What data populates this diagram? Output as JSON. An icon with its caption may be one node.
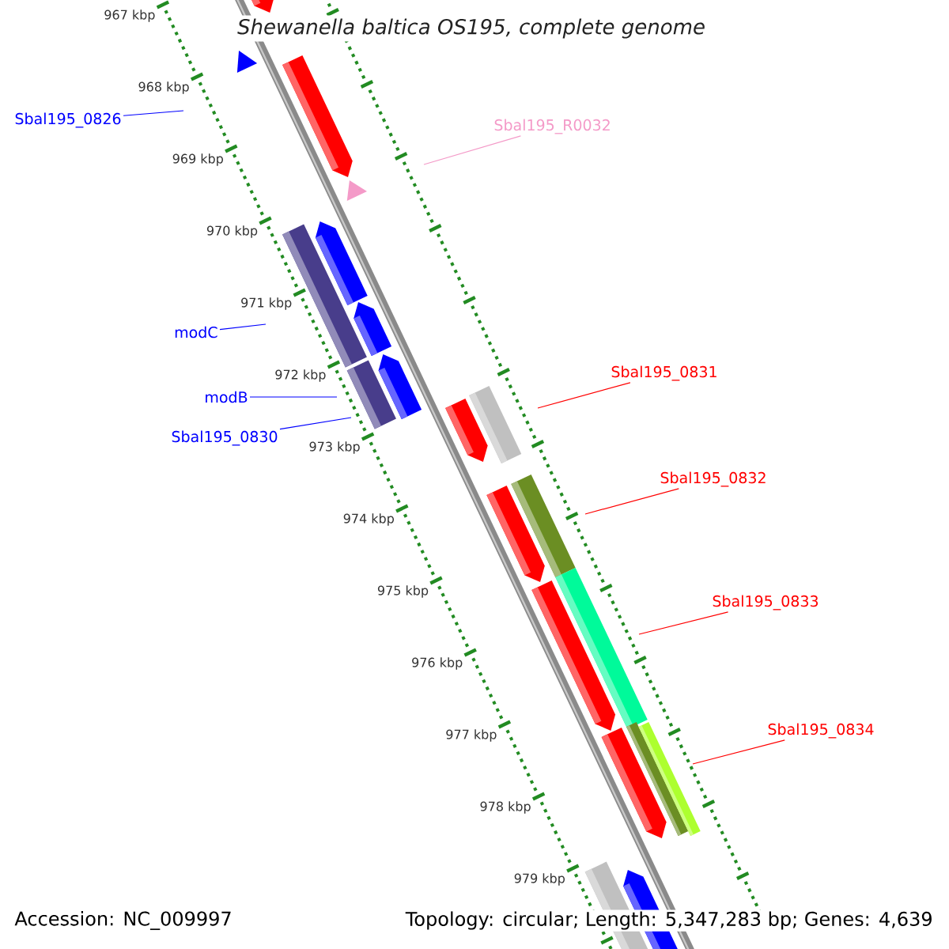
{
  "diagram": {
    "title": "Shewanella baltica OS195, complete genome",
    "nodes": [
      {
        "text": [
          "Sbal195_0826"
        ]
      },
      {
        "text": [
          "modC"
        ]
      },
      {
        "text": [
          "modB"
        ]
      },
      {
        "text": [
          "Sbal195_0830"
        ]
      },
      {
        "text": [
          "Sbal195_R0032"
        ]
      },
      {
        "text": [
          "Sbal195_0831"
        ]
      },
      {
        "text": [
          "Sbal195_0832"
        ]
      },
      {
        "text": [
          "Sbal195_0833"
        ]
      },
      {
        "text": [
          "Sbal195_0834"
        ]
      }
    ],
    "edges": [
      {
        "from": 0,
        "to": null,
        "arrow": "none",
        "color": "#0000ff"
      },
      {
        "from": 1,
        "to": null,
        "arrow": "none",
        "color": "#0000ff"
      },
      {
        "from": 2,
        "to": null,
        "arrow": "none",
        "color": "#0000ff"
      },
      {
        "from": 3,
        "to": null,
        "arrow": "none",
        "color": "#0000ff"
      },
      {
        "from": 4,
        "to": null,
        "arrow": "none",
        "color": "#f49ac8"
      },
      {
        "from": 5,
        "to": null,
        "arrow": "none",
        "color": "#ff0000"
      },
      {
        "from": 6,
        "to": null,
        "arrow": "none",
        "color": "#ff0000"
      },
      {
        "from": 7,
        "to": null,
        "arrow": "none",
        "color": "#ff0000"
      },
      {
        "from": 8,
        "to": null,
        "arrow": "none",
        "color": "#ff0000"
      }
    ],
    "labels": [
      "967 kbp",
      "968 kbp",
      "969 kbp",
      "970 kbp",
      "971 kbp",
      "972 kbp",
      "973 kbp",
      "974 kbp",
      "975 kbp",
      "976 kbp",
      "977 kbp",
      "978 kbp",
      "979 kbp",
      "Accession: NC_009997",
      "Topology: circular; Length: 5,347,283 bp; Genes: 4,639"
    ]
  }
}
